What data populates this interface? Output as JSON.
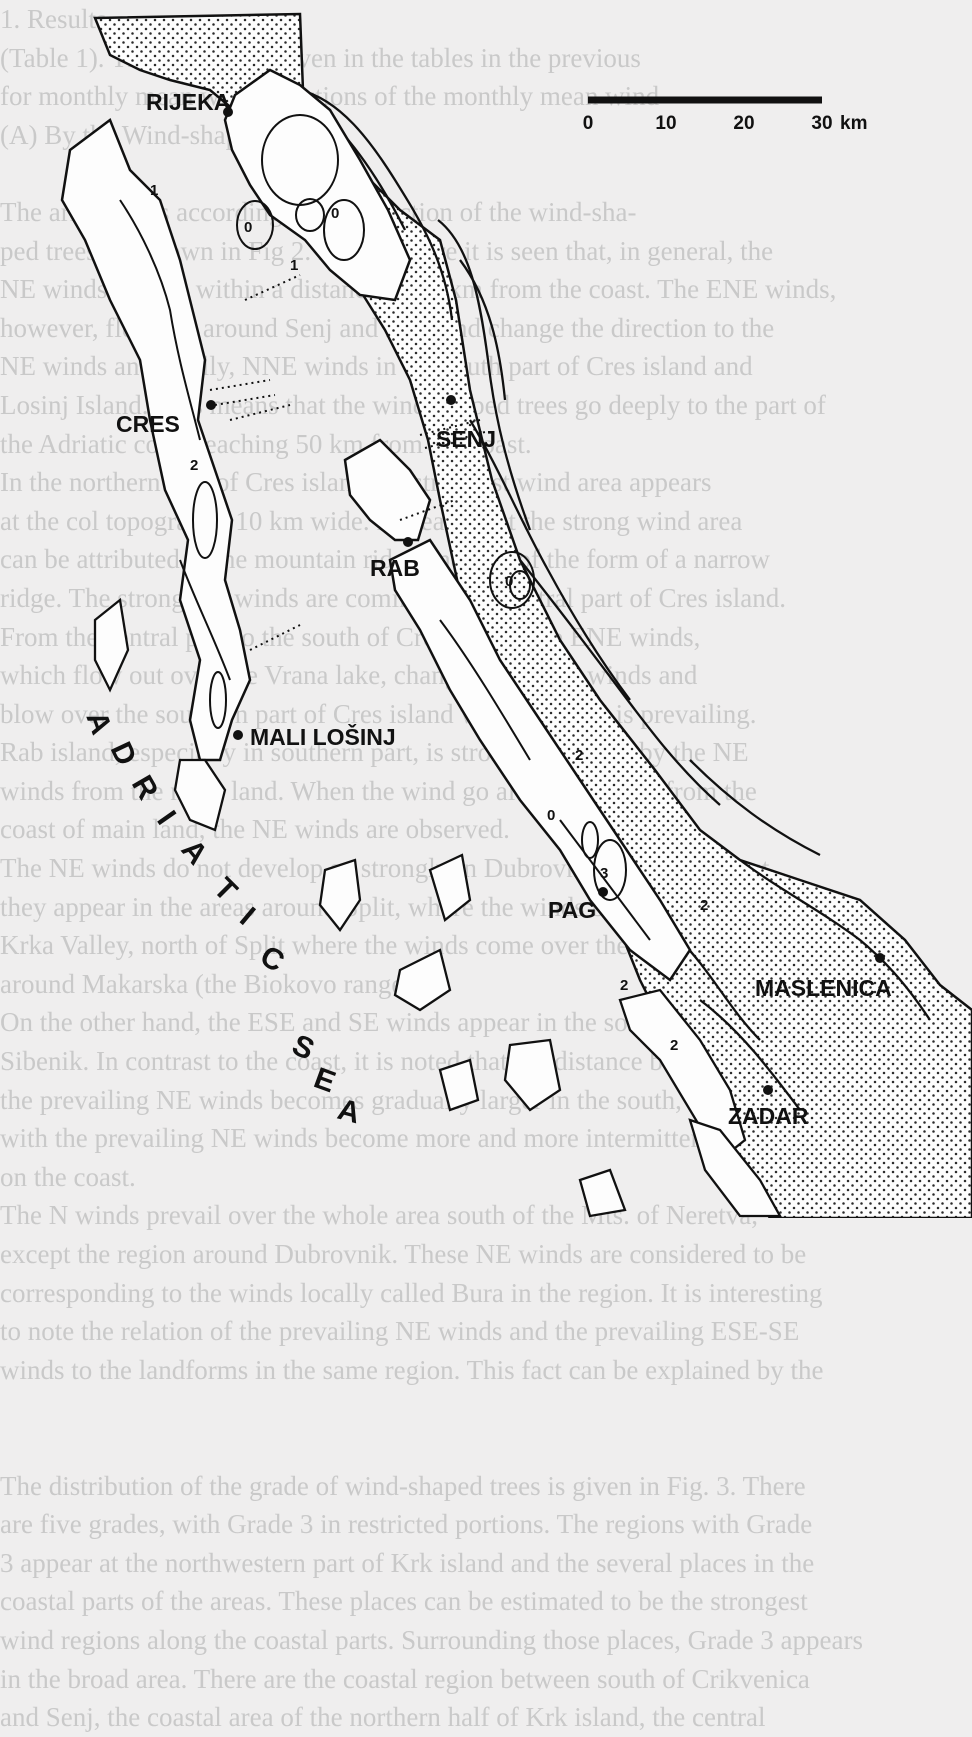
{
  "background_text": [
    "1. Results",
    "(Table 1). The results are given in the tables in the previous",
    "for monthly mean wind directions of the monthly mean wind",
    "(A) By the Wind-shaped Trees",
    "",
    "The arrow lines according to the direction of the wind-sha-",
    "ped trees are shown in Fig 2. In this figure it is seen that, in general, the",
    "NE winds prevail within a distance of 20 km from the coast. The ENE winds,",
    "however, flow out around Senj and Rab, and change the direction to the",
    "NE winds and finally, NNE winds in the south part of Cres island and",
    "Losinj Island. This means that the wind-shaped trees go deeply to the part of",
    "the Adriatic coast reaching 50 km from the coast.",
    "In the northern part of Cres island the strongest wind area appears",
    "at the col topography 10 km wide. It means that the strong wind area",
    "can be attributed to the mountain ridge and col, of the form of a narrow",
    "ridge. The strong NE winds are coming to the central part of Cres island.",
    "From the central part to the south of Cres island, the ENE winds,",
    "which flow out over the Vrana lake, change to the NE winds and",
    "blow over the southern part of Cres island where the NE is prevailing.",
    "Rab island, especially in southern part, is strongly affected by the NE",
    "winds from the main land. When the wind go along the coast from the",
    "coast of main land, the NE winds are observed.",
    "The NE winds do not develop so strongly in Dubrovnik as a whole, but",
    "they appear in the areas around Split, where the winds blow along the",
    "Krka Valley, north of Split where the winds come over the hills area, and",
    "around Makarska (the Biokovo range).",
    "On the other hand, the ESE and SE winds appear in the south of",
    "Sibenik. In contrast to the coast, it is noted that the distance between the areas with",
    "the prevailing NE winds becomes gradually larger in the south, the regions",
    "with the prevailing NE winds become more and more intermittent to the south",
    "on the coast.",
    "The N winds prevail over the whole area south of the Mts. of Neretva,",
    "except the region around Dubrovnik. These NE winds are considered to be",
    "corresponding to the winds locally called Bura in the region. It is interesting",
    "to note the relation of the prevailing NE winds and the prevailing ESE-SE",
    "winds to the landforms in the same region. This fact can be explained by the",
    "",
    "",
    "The distribution of the grade of wind-shaped trees is given in Fig. 3. There",
    "are five grades, with Grade 3 in restricted portions. The regions with Grade",
    "3 appear at the northwestern part of Krk island and the several places in the",
    "coastal parts of the areas. These places can be estimated to be the strongest",
    "wind regions along the coastal parts. Surrounding those places, Grade 3 appears",
    "in the broad area. There are the coastal region between south of Crikvenica",
    "and Senj, the coastal area of the northern half of Krk island, the central"
  ],
  "map": {
    "labels": {
      "rijeka": "RIJEKA",
      "cres": "CRES",
      "senj": "SENJ",
      "rab": "RAB",
      "mali_losinj": "MALI LOŠINJ",
      "pag": "PAG",
      "maslenica": "MASLENICA",
      "zadar": "ZADAR"
    },
    "sea_label_letters": [
      "A",
      "D",
      "R",
      "I",
      "A",
      "T",
      "I",
      "C",
      "S",
      "E",
      "A"
    ],
    "contour_labels": [
      "0",
      "0",
      "1",
      "1",
      "0",
      "2",
      "2",
      "3",
      "0",
      "2",
      "2",
      "2"
    ],
    "scale_bar": {
      "ticks": [
        "0",
        "10",
        "20",
        "30"
      ],
      "unit": "km"
    }
  },
  "colors": {
    "page": "#efeeee",
    "ink": "#111111",
    "faded_text": "#c9c9c9"
  }
}
